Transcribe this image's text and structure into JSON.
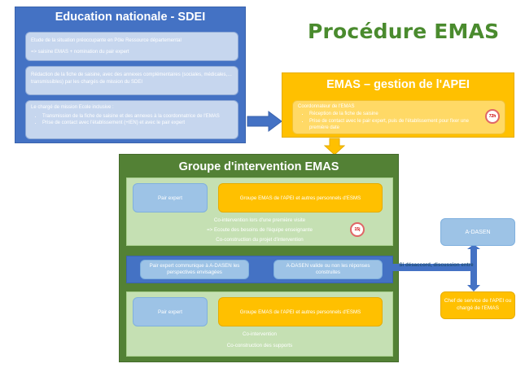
{
  "title": "Procédure EMAS",
  "education": {
    "header": "Education nationale - SDEI",
    "box1_line1": "Etude de la situation préoccupante en Pôle Ressource départemental",
    "box1_line2": "=> saisine EMAS + nomination du pair expert",
    "box2_text": "Rédaction de la fiche de saisine, avec des annexes complémentaires (sociales, médicales,… transmissibles) par les chargés de mission du SDEI",
    "box3_intro": "Le chargé de mission Ecole inclusive :",
    "box3_bullet1": "Transmission de la fiche de saisine et des annexes à la coordonnatrice de l'EMAS",
    "box3_bullet2": "Prise de contact avec l'établissement (+IEN) et avec le pair expert"
  },
  "emas": {
    "header": "EMAS – gestion de l'APEI",
    "coord_title": "Coordonnateur de l'EMAS",
    "bullet1": "Réception de la fiche de saisine",
    "bullet2": "Prise de contact avec le pair expert, puis de l'établissement pour fixer une première date",
    "stamp_text": "72h"
  },
  "groupe": {
    "header": "Groupe d'intervention EMAS",
    "box1": {
      "pair_expert": "Pair expert",
      "groupe_label": "Groupe EMAS de l'APEI et autres personnels d'ESMS",
      "line1": "Co-intervention lors d'une première visite",
      "line2": "=>   Ecoute des besoins de l'équipe enseignante",
      "line3": "Co-construction du projet d'intervention",
      "stamp_text": "15j"
    },
    "mid": {
      "left": "Pair expert communique à A-DASEN les perspectives envisagées",
      "right": "A-DASEN valide ou non les réponses construites"
    },
    "box2": {
      "pair_expert": "Pair expert",
      "groupe_label": "Groupe EMAS de l'APEI et autres personnels d'ESMS",
      "line1": "Co-intervention",
      "line2": "Co-construction des supports"
    }
  },
  "adasen": {
    "label": "A-DASEN"
  },
  "desaccord": {
    "label": "Si désaccord, discussion entre"
  },
  "chef": {
    "label": "Chef de service de l'APEI ou chargé de l'EMAS"
  },
  "colors": {
    "edu_blue": "#4472c4",
    "emas_orange": "#ffc000",
    "groupe_green": "#538135",
    "title_green": "#4a8b2e"
  }
}
